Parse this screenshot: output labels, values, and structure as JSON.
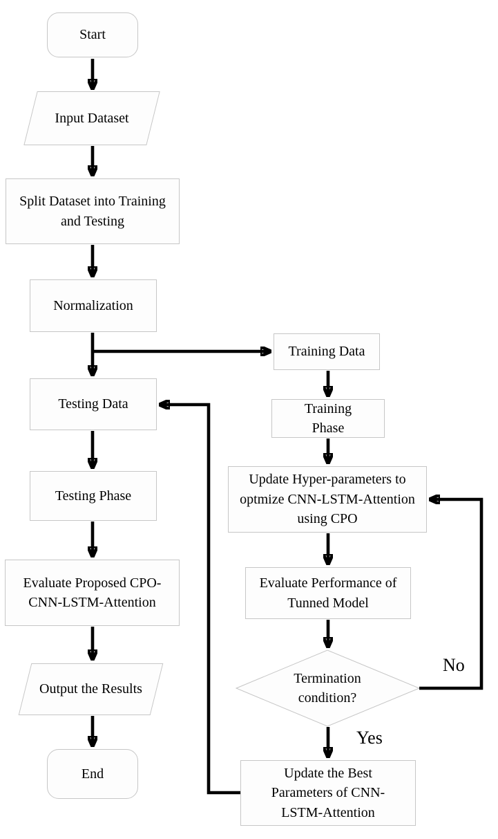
{
  "diagram_type": "flowchart",
  "nodes": {
    "start": {
      "label": "Start",
      "shape": "terminator"
    },
    "input_dataset": {
      "label": "Input Dataset",
      "shape": "parallelogram"
    },
    "split_dataset": {
      "label": "Split Dataset into Training and Testing",
      "shape": "process"
    },
    "normalization": {
      "label": "Normalization",
      "shape": "process"
    },
    "training_data": {
      "label": "Training Data",
      "shape": "process"
    },
    "training_phase": {
      "label": "Training Phase",
      "shape": "process"
    },
    "update_hyperparameters": {
      "label": "Update Hyper-parameters to optmize CNN-LSTM-Attention using CPO",
      "shape": "process"
    },
    "evaluate_performance": {
      "label": "Evaluate Performance of Tunned Model",
      "shape": "process"
    },
    "termination_condition": {
      "label": "Termination condition?",
      "shape": "decision"
    },
    "update_best_parameters": {
      "label": "Update the Best Parameters of CNN-LSTM-Attention",
      "shape": "process"
    },
    "testing_data": {
      "label": "Testing Data",
      "shape": "process"
    },
    "testing_phase": {
      "label": "Testing Phase",
      "shape": "process"
    },
    "evaluate_proposed": {
      "label": "Evaluate Proposed CPO-CNN-LSTM-Attention",
      "shape": "process"
    },
    "output_results": {
      "label": "Output the Results",
      "shape": "parallelogram"
    },
    "end": {
      "label": "End",
      "shape": "terminator"
    }
  },
  "edge_labels": {
    "no": "No",
    "yes": "Yes"
  },
  "colors": {
    "line": "#000000",
    "node_border": "#c6c6c6",
    "node_fill": "#fdfdfd",
    "text": "#000000",
    "background": "#ffffff"
  }
}
